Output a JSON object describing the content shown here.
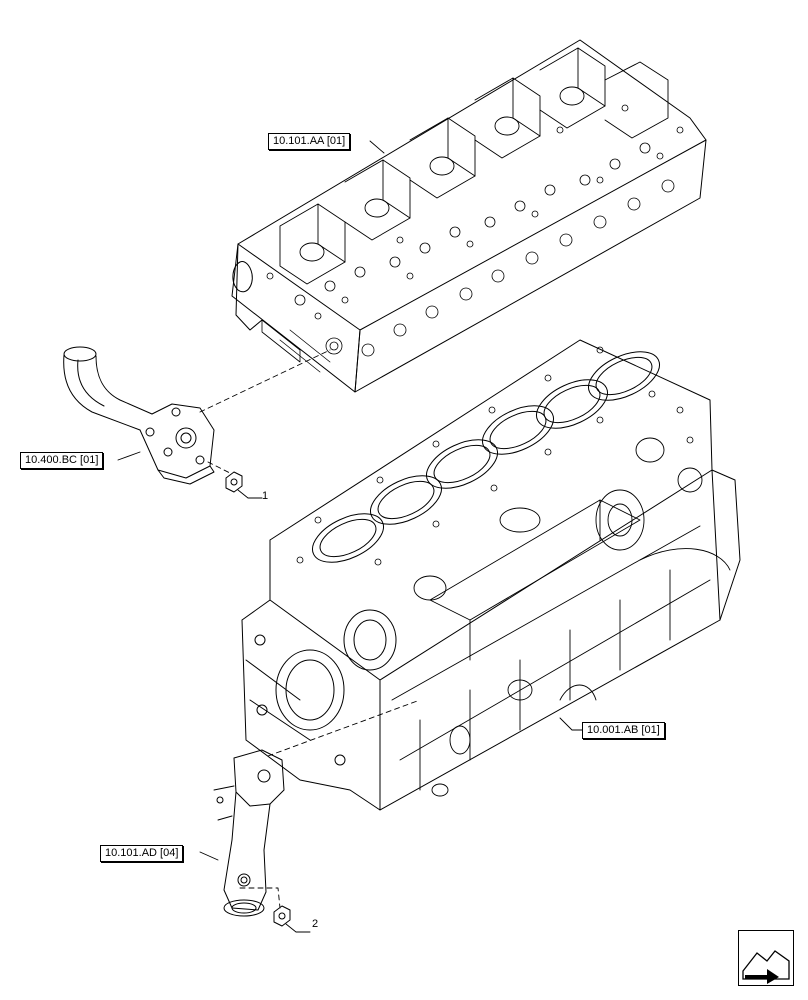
{
  "references": {
    "cylinder_head": "10.101.AA [01]",
    "thermostat_housing": "10.400.BC [01]",
    "engine_block": "10.001.AB [01]",
    "outlet_pipe": "10.101.AD [04]"
  },
  "callouts": {
    "item_1": "1",
    "item_2": "2"
  },
  "icons": {
    "navigation": "book-arrow-icon"
  }
}
